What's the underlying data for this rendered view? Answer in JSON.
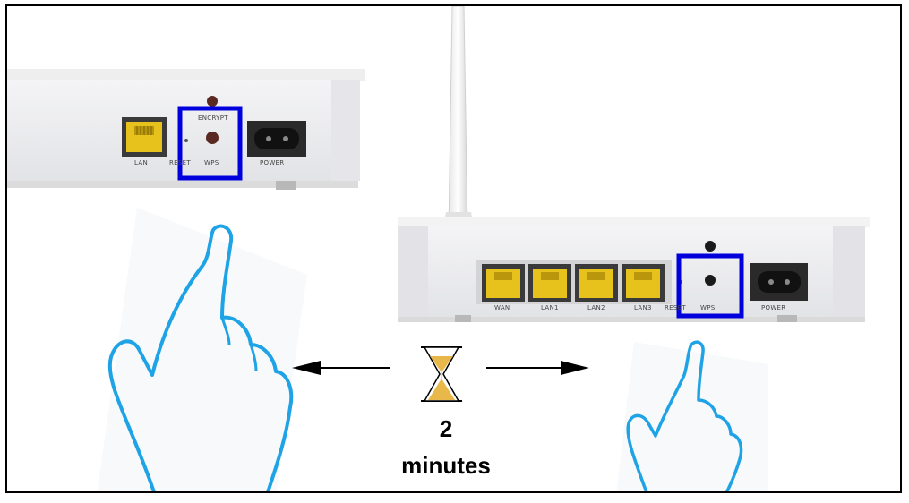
{
  "left_device": {
    "ports": {
      "lan": "LAN",
      "reset": "RESET",
      "wps": "WPS",
      "power": "POWER",
      "encrypt": "ENCRYPT"
    }
  },
  "right_device": {
    "ports": {
      "wan": "WAN",
      "lan1": "LAN1",
      "lan2": "LAN2",
      "lan3": "LAN3",
      "reset": "RESET",
      "wps": "WPS",
      "power": "POWER"
    }
  },
  "timer": {
    "value": "2",
    "unit": "minutes"
  },
  "colors": {
    "highlight": "#0000dd",
    "hand_outline": "#1ea3e6",
    "port_yellow": "#e8c21c",
    "sand": "#e8b84a"
  },
  "icons": {
    "hourglass": "hourglass-icon",
    "pointing_hand": "hand-icon",
    "arrow": "arrow-icon"
  }
}
